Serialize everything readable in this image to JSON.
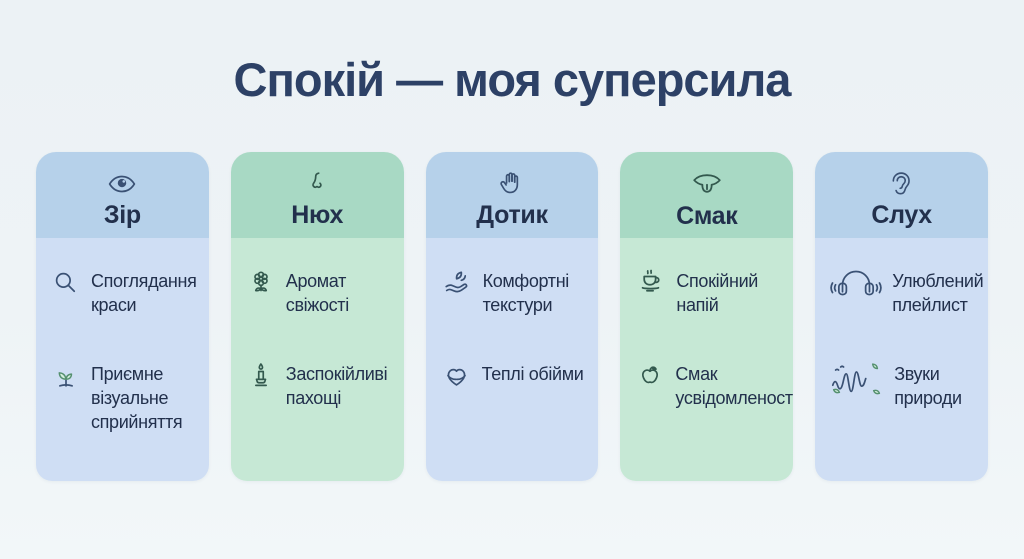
{
  "title": "Спокій — моя суперсила",
  "columns": [
    {
      "label": "Зір",
      "theme": "blue",
      "header_icon": "eye-icon",
      "items": [
        {
          "icon": "magnifier-icon",
          "text": "Споглядання краси"
        },
        {
          "icon": "sprout-icon",
          "text": "Приємне візуальне сприйняття"
        }
      ]
    },
    {
      "label": "Нюх",
      "theme": "green",
      "header_icon": "nose-icon",
      "items": [
        {
          "icon": "flower-icon",
          "text": "Аромат свіжості"
        },
        {
          "icon": "candle-icon",
          "text": "Заспокійливі пахощі"
        }
      ]
    },
    {
      "label": "Дотик",
      "theme": "blue",
      "header_icon": "hand-icon",
      "items": [
        {
          "icon": "hand-leaf-icon",
          "text": "Комфортні текстури"
        },
        {
          "icon": "hug-icon",
          "text": "Теплі обійми"
        }
      ]
    },
    {
      "label": "Смак",
      "theme": "green",
      "header_icon": "tongue-icon",
      "items": [
        {
          "icon": "cup-icon",
          "text": "Спокійний напій"
        },
        {
          "icon": "apple-icon",
          "text": "Смак усвідомленості"
        }
      ]
    },
    {
      "label": "Слух",
      "theme": "blue",
      "header_icon": "ear-icon",
      "items": [
        {
          "icon": "headphones-icon",
          "text": "Улюблений плейлист"
        },
        {
          "icon": "nature-waves-icon",
          "text": "Звуки природи"
        }
      ]
    }
  ],
  "colors": {
    "background": "#eef3f6",
    "title_text": "#2d4166",
    "blue_header": "#b6d1ea",
    "blue_body": "#cfdef4",
    "green_header": "#a8d9c4",
    "green_body": "#c6e8d5",
    "body_text": "#22304c",
    "blue_icon": "#3a5174",
    "green_icon": "#33594e"
  }
}
